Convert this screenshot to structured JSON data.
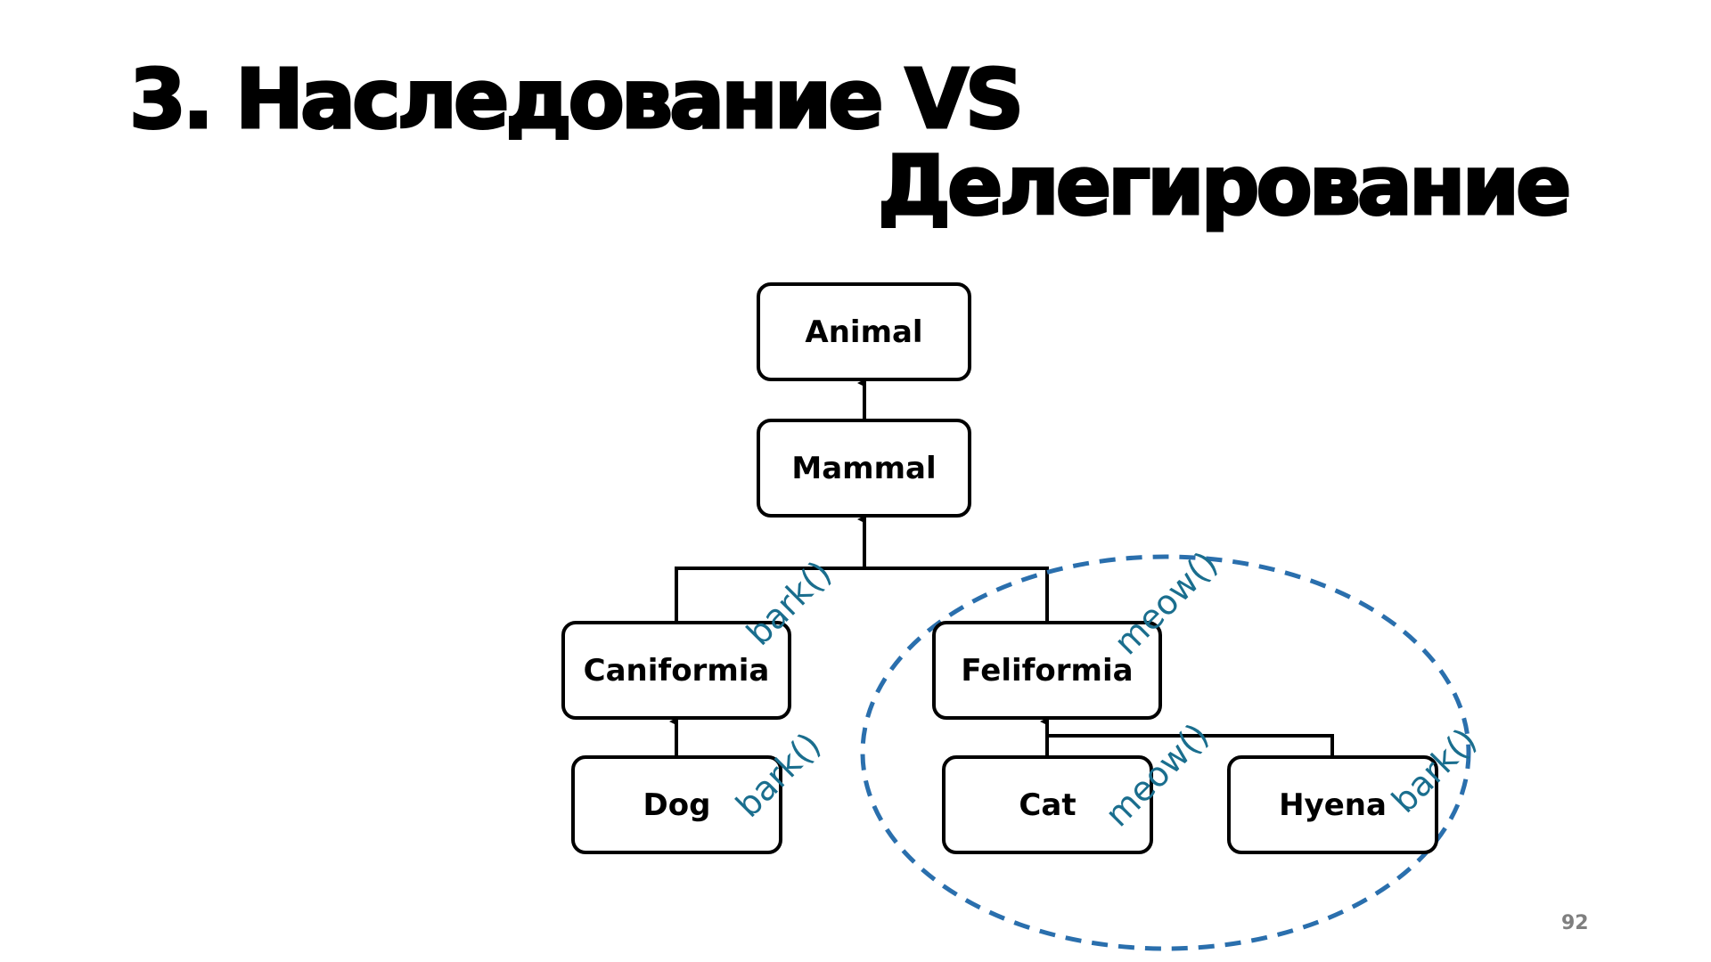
{
  "title": {
    "line1": "3. Наследование VS",
    "line2": "Делегирование"
  },
  "nodes": {
    "animal": "Animal",
    "mammal": "Mammal",
    "caniformia": "Caniformia",
    "feliformia": "Feliformia",
    "dog": "Dog",
    "cat": "Cat",
    "hyena": "Hyena"
  },
  "methods": {
    "caniformia": "bark()",
    "feliformia": "meow()",
    "dog": "bark()",
    "cat": "meow()",
    "hyena": "bark()"
  },
  "colors": {
    "method_text": "#1a6e8e",
    "highlight_ellipse": "#2a6fad",
    "page_number": "#7f7f7f"
  },
  "page_number": "92"
}
